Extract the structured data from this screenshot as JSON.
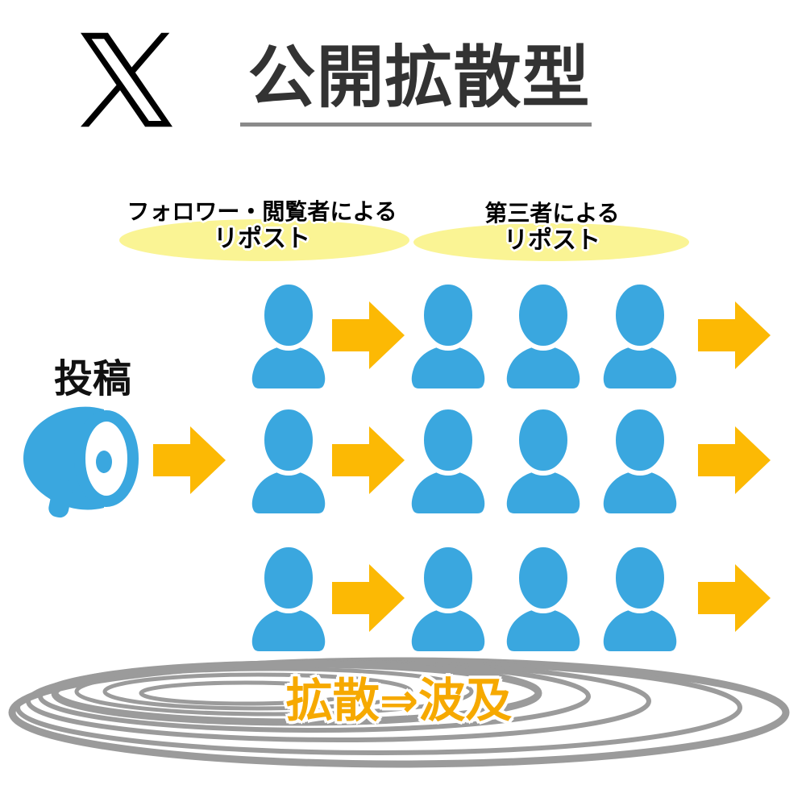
{
  "colors": {
    "c-blue": "#3AA7DF",
    "c-arrow": "#FCB904",
    "c-highlight": "#FAF494",
    "c-ripple": "#9B9B9B",
    "c-title": "#333333",
    "c-underline": "#8A8A8A",
    "c-caption": "#F6A900",
    "c-text": "#111111"
  },
  "header": {
    "title": "公開拡散型",
    "logo_icon": "x-logo"
  },
  "labels": {
    "followers_repost": {
      "line1": "フォロワー・閲覧者による",
      "line2": "リポスト"
    },
    "third_party_repost": {
      "line1": "第三者による",
      "line2": "リポスト"
    }
  },
  "source": {
    "label": "投稿",
    "icon": "megaphone"
  },
  "ripple": {
    "caption": "拡散⇒波及"
  },
  "diagram": {
    "rows": 3,
    "persons_per_row": 4,
    "person_icon": "person",
    "flow_icon": "arrow-right"
  }
}
